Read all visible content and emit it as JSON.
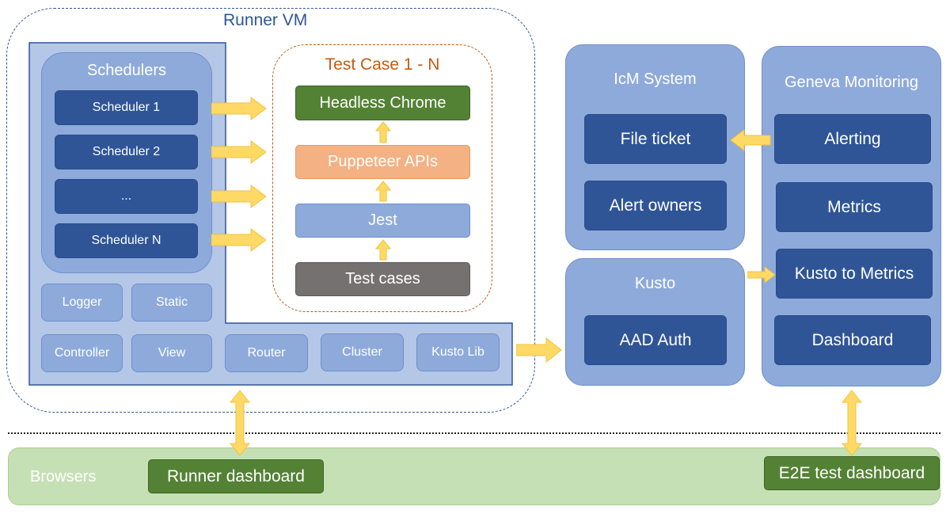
{
  "runner_vm": {
    "title": "Runner VM",
    "schedulers": {
      "title": "Schedulers",
      "items": [
        "Scheduler 1",
        "Scheduler 2",
        "...",
        "Scheduler N"
      ]
    },
    "modules_row1": [
      "Logger",
      "Static"
    ],
    "modules_row2": [
      "Controller",
      "View",
      "Router",
      "Cluster",
      "Kusto Lib"
    ],
    "test_case": {
      "title": "Test Case 1 - N",
      "layers": [
        "Headless Chrome",
        "Puppeteer APIs",
        "Jest",
        "Test cases"
      ]
    }
  },
  "icm": {
    "title": "IcM System",
    "items": [
      "File ticket",
      "Alert owners"
    ]
  },
  "kusto": {
    "title": "Kusto",
    "items": [
      "AAD Auth"
    ]
  },
  "geneva": {
    "title": "Geneva Monitoring",
    "items": [
      "Alerting",
      "Metrics",
      "Kusto to Metrics",
      "Dashboard"
    ]
  },
  "browsers": {
    "label": "Browsers",
    "runner_dashboard": "Runner dashboard",
    "e2e_dashboard": "E2E test dashboard"
  },
  "colors": {
    "dark_blue": "#2f5597",
    "mid_blue": "#8eaadb",
    "light_blue": "#b4c7e7",
    "green_dark": "#548235",
    "green_light": "#c5e0b4",
    "orange": "#f4b183",
    "gray": "#767171",
    "arrow_yellow": "#ffd966"
  }
}
